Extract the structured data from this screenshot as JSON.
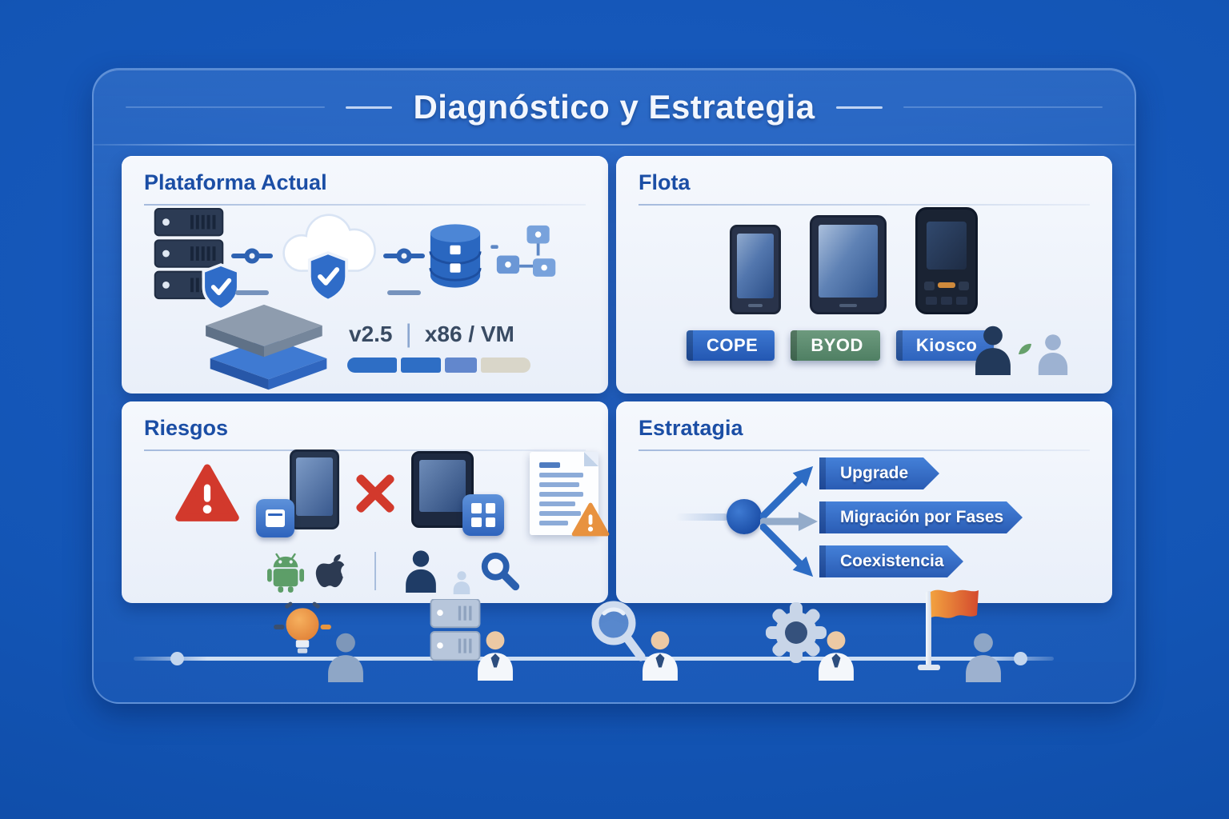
{
  "header": {
    "title": "Diagnóstico y Estrategia"
  },
  "panels": {
    "plataforma": {
      "title": "Plataforma Actual",
      "version": "v2.5",
      "pipe": "|",
      "arch": "x86 / VM",
      "progress_segments": 4,
      "progress_filled": 3
    },
    "flota": {
      "title": "Flota",
      "badges": [
        {
          "label": "COPE",
          "color": "#2b6ac7"
        },
        {
          "label": "BYOD",
          "color": "#5d8e70"
        },
        {
          "label": "Kiosco",
          "color": "#3a74ca"
        }
      ]
    },
    "riesgos": {
      "title": "Riesgos"
    },
    "estrategia": {
      "title": "Estratagia",
      "options": [
        "Upgrade",
        "Migración por Fases",
        "Coexistencia"
      ]
    }
  },
  "icons": {
    "plataforma": [
      "server-stack",
      "shield-check",
      "secure-cloud",
      "database",
      "network-nodes",
      "platform-layers",
      "progress-bar"
    ],
    "flota": [
      "smartphone",
      "tablet",
      "rugged-handheld",
      "user-pair",
      "leaf"
    ],
    "riesgos": [
      "alert-triangle-red",
      "phone-app-conflict",
      "red-x",
      "phone-grid-app",
      "document-warning",
      "android-logo",
      "apple-logo",
      "user-audit",
      "magnifier"
    ],
    "estrategia": [
      "decision-node",
      "branch-arrows",
      "arrow-banner"
    ],
    "timeline": [
      "idea-lightbulb",
      "server-rack",
      "magnifier",
      "gear",
      "milestone-flag",
      "person"
    ]
  },
  "colors": {
    "background_blue": "#1355b5",
    "card_blue": "#2a63c4",
    "panel_bg": "#eef2f9",
    "heading_blue": "#1b4ea5",
    "accent_blue": "#2d6cc4",
    "badge_green": "#5d8e70",
    "alert_red": "#d2392c",
    "alert_orange": "#e8923f",
    "progress_fill": "#2e6ec5",
    "progress_empty": "#d9d6c9"
  }
}
